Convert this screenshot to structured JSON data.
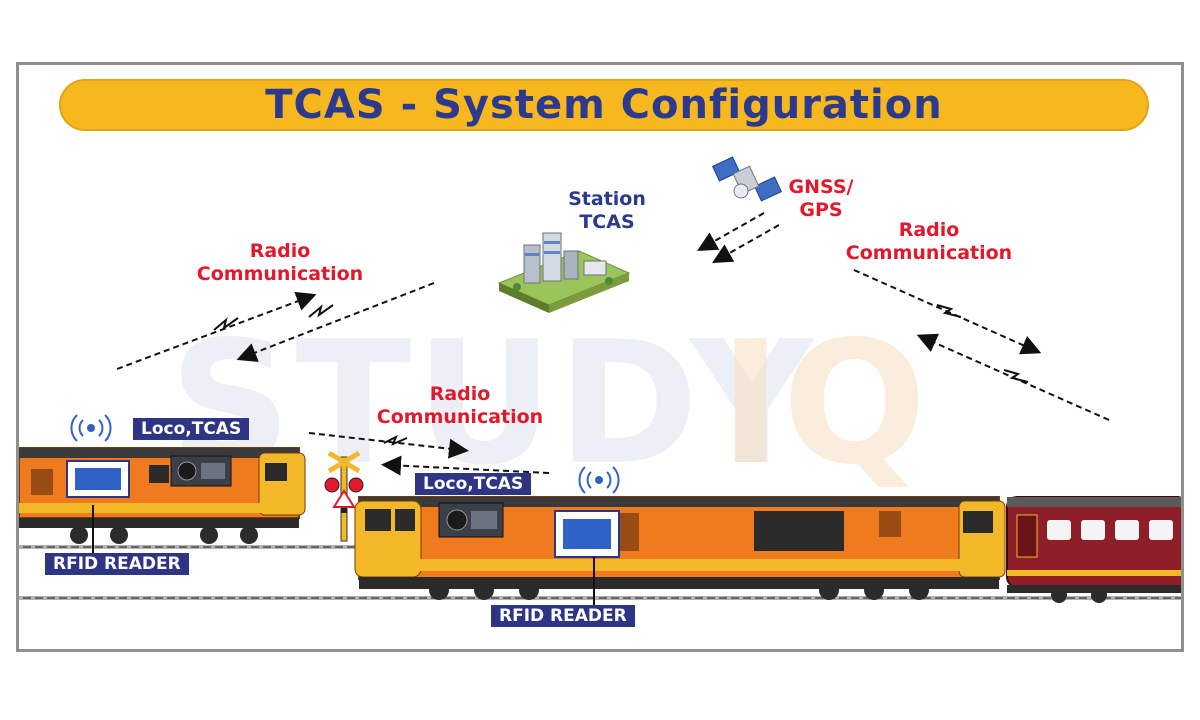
{
  "title": "TCAS - System Configuration",
  "watermark": {
    "left": "STUDY",
    "right": "IQ"
  },
  "labels": {
    "radio_left": [
      "Radio",
      "Communication"
    ],
    "radio_center": [
      "Radio",
      "Communication"
    ],
    "radio_right": [
      "Radio",
      "Communication"
    ],
    "station": [
      "Station",
      "TCAS"
    ],
    "gnss": [
      "GNSS/",
      "GPS"
    ]
  },
  "tags": {
    "loco_left": "Loco,TCAS",
    "loco_right": "Loco,TCAS",
    "rfid_left": "RFID READER",
    "rfid_right": "RFID READER"
  },
  "colors": {
    "banner": "#f6b81e",
    "title": "#2b3a8f",
    "radio_label": "#e0192c",
    "tag_bg": "#2d3584",
    "loco_orange": "#f07a1e",
    "loco_yellow": "#f3b827",
    "coach_red": "#8e1f28"
  }
}
